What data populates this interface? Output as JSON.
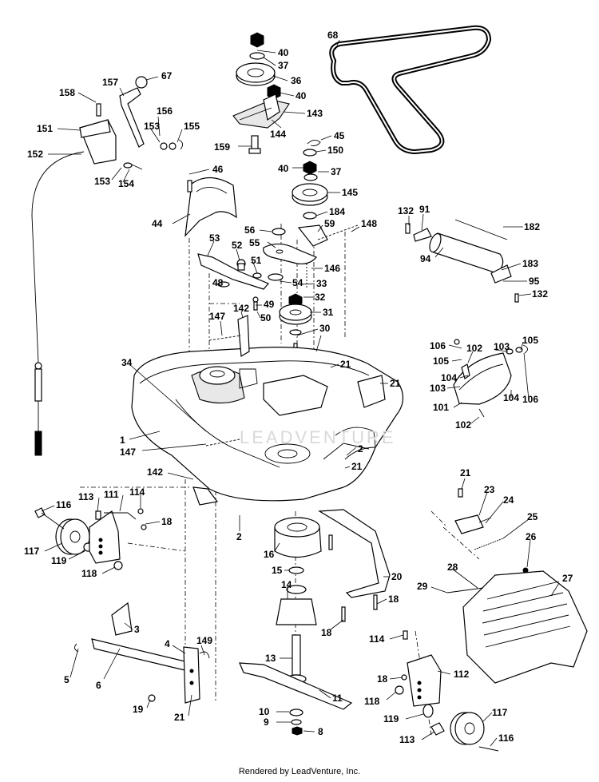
{
  "footer": "Rendered by LeadVenture, Inc.",
  "watermark": "LEADVENTURE",
  "callouts": [
    {
      "label": "40"
    },
    {
      "label": "37"
    },
    {
      "label": "36"
    },
    {
      "label": "40"
    },
    {
      "label": "143"
    },
    {
      "label": "144"
    },
    {
      "label": "159"
    },
    {
      "label": "45"
    },
    {
      "label": "150"
    },
    {
      "label": "40"
    },
    {
      "label": "37"
    },
    {
      "label": "145"
    },
    {
      "label": "184"
    },
    {
      "label": "59"
    },
    {
      "label": "148"
    },
    {
      "label": "56"
    },
    {
      "label": "55"
    },
    {
      "label": "46"
    },
    {
      "label": "44"
    },
    {
      "label": "68"
    },
    {
      "label": "67"
    },
    {
      "label": "157"
    },
    {
      "label": "158"
    },
    {
      "label": "156"
    },
    {
      "label": "151"
    },
    {
      "label": "153"
    },
    {
      "label": "155"
    },
    {
      "label": "152"
    },
    {
      "label": "153"
    },
    {
      "label": "154"
    },
    {
      "label": "132"
    },
    {
      "label": "91"
    },
    {
      "label": "182"
    },
    {
      "label": "94"
    },
    {
      "label": "183"
    },
    {
      "label": "95"
    },
    {
      "label": "132"
    },
    {
      "label": "53"
    },
    {
      "label": "52"
    },
    {
      "label": "51"
    },
    {
      "label": "146"
    },
    {
      "label": "54"
    },
    {
      "label": "48"
    },
    {
      "label": "33"
    },
    {
      "label": "32"
    },
    {
      "label": "49"
    },
    {
      "label": "31"
    },
    {
      "label": "50"
    },
    {
      "label": "30"
    },
    {
      "label": "147"
    },
    {
      "label": "142"
    },
    {
      "label": "21"
    },
    {
      "label": "21"
    },
    {
      "label": "34"
    },
    {
      "label": "106"
    },
    {
      "label": "102"
    },
    {
      "label": "103"
    },
    {
      "label": "105"
    },
    {
      "label": "105"
    },
    {
      "label": "104"
    },
    {
      "label": "103"
    },
    {
      "label": "104"
    },
    {
      "label": "106"
    },
    {
      "label": "101"
    },
    {
      "label": "102"
    },
    {
      "label": "1"
    },
    {
      "label": "147"
    },
    {
      "label": "2"
    },
    {
      "label": "21"
    },
    {
      "label": "142"
    },
    {
      "label": "116"
    },
    {
      "label": "113"
    },
    {
      "label": "111"
    },
    {
      "label": "114"
    },
    {
      "label": "18"
    },
    {
      "label": "117"
    },
    {
      "label": "119"
    },
    {
      "label": "118"
    },
    {
      "label": "2"
    },
    {
      "label": "21"
    },
    {
      "label": "23"
    },
    {
      "label": "24"
    },
    {
      "label": "25"
    },
    {
      "label": "26"
    },
    {
      "label": "16"
    },
    {
      "label": "15"
    },
    {
      "label": "14"
    },
    {
      "label": "20"
    },
    {
      "label": "18"
    },
    {
      "label": "18"
    },
    {
      "label": "28"
    },
    {
      "label": "29"
    },
    {
      "label": "27"
    },
    {
      "label": "3"
    },
    {
      "label": "4"
    },
    {
      "label": "149"
    },
    {
      "label": "5"
    },
    {
      "label": "6"
    },
    {
      "label": "13"
    },
    {
      "label": "19"
    },
    {
      "label": "21"
    },
    {
      "label": "114"
    },
    {
      "label": "18"
    },
    {
      "label": "112"
    },
    {
      "label": "118"
    },
    {
      "label": "11"
    },
    {
      "label": "10"
    },
    {
      "label": "9"
    },
    {
      "label": "8"
    },
    {
      "label": "119"
    },
    {
      "label": "117"
    },
    {
      "label": "113"
    },
    {
      "label": "116"
    }
  ]
}
